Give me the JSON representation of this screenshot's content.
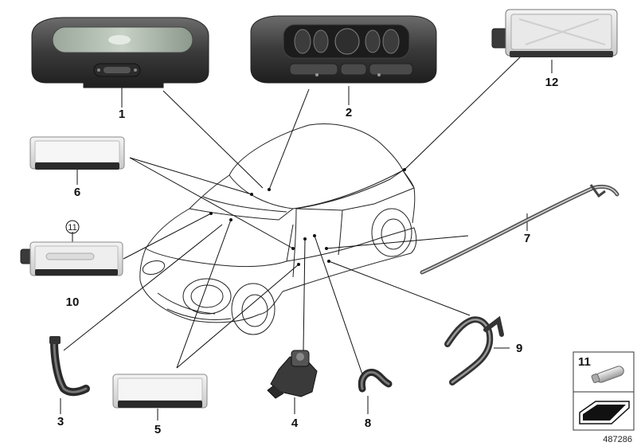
{
  "callouts": {
    "c1": "1",
    "c2": "2",
    "c3": "3",
    "c4": "4",
    "c5": "5",
    "c6": "6",
    "c7": "7",
    "c8": "8",
    "c9": "9",
    "c10": "10",
    "c11_circle": "11",
    "c12": "12"
  },
  "legend": {
    "item_number": "11"
  },
  "diagram_id": "487286"
}
